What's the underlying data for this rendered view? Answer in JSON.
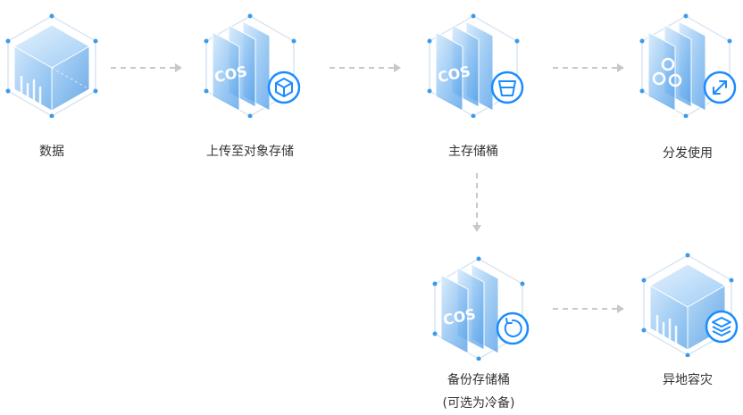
{
  "nodes": {
    "data": {
      "label": "数据"
    },
    "upload": {
      "label": "上传至对象存储",
      "logo_text": "COS"
    },
    "primary": {
      "label": "主存储桶",
      "logo_text": "COS"
    },
    "distribute": {
      "label": "分发使用"
    },
    "backup": {
      "label": "备份存储桶",
      "sublabel": "(可选为冷备)",
      "logo_text": "COS"
    },
    "remote": {
      "label": "异地容灾"
    }
  },
  "icons": {
    "data": "bar-chart-icon",
    "upload": "cube-icon",
    "primary": "bucket-icon",
    "distribute": "share-nodes-icon",
    "distribute_badge": "expand-arrow-icon",
    "backup": "refresh-icon",
    "remote": "layers-icon"
  },
  "colors": {
    "accent": "#1a8cff",
    "cube_light": "#cfe6fb",
    "cube_mid": "#9ccbf3",
    "arrow": "#cccccc",
    "text": "#333333"
  }
}
